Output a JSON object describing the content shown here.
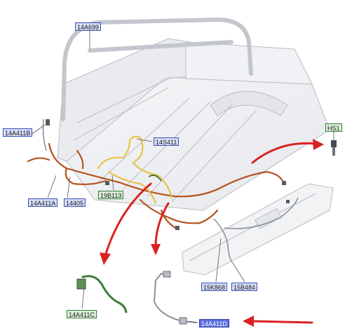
{
  "labels": [
    {
      "key": "l1",
      "text": "14A699"
    },
    {
      "key": "l2",
      "text": "14A411B"
    },
    {
      "key": "l3",
      "text": "14S411"
    },
    {
      "key": "l4",
      "text": "HS1"
    },
    {
      "key": "l5",
      "text": "19B113"
    },
    {
      "key": "l6",
      "text": "14A411A"
    },
    {
      "key": "l7",
      "text": "14405"
    },
    {
      "key": "l8",
      "text": "15K868"
    },
    {
      "key": "l9",
      "text": "15B484"
    },
    {
      "key": "l10",
      "text": "14A411C"
    },
    {
      "key": "l11",
      "text": "14A411D"
    }
  ],
  "colors": {
    "harness_orange": "#b5531f",
    "harness_yellow": "#e8c13a",
    "harness_green": "#2e6b2e",
    "harness_gray": "#8a8f99",
    "callout_arrow": "#d92222",
    "label_blue_fill": "#d7def8",
    "label_green_fill": "#dcefd8",
    "label_highlight_fill": "#5b6fe0"
  }
}
